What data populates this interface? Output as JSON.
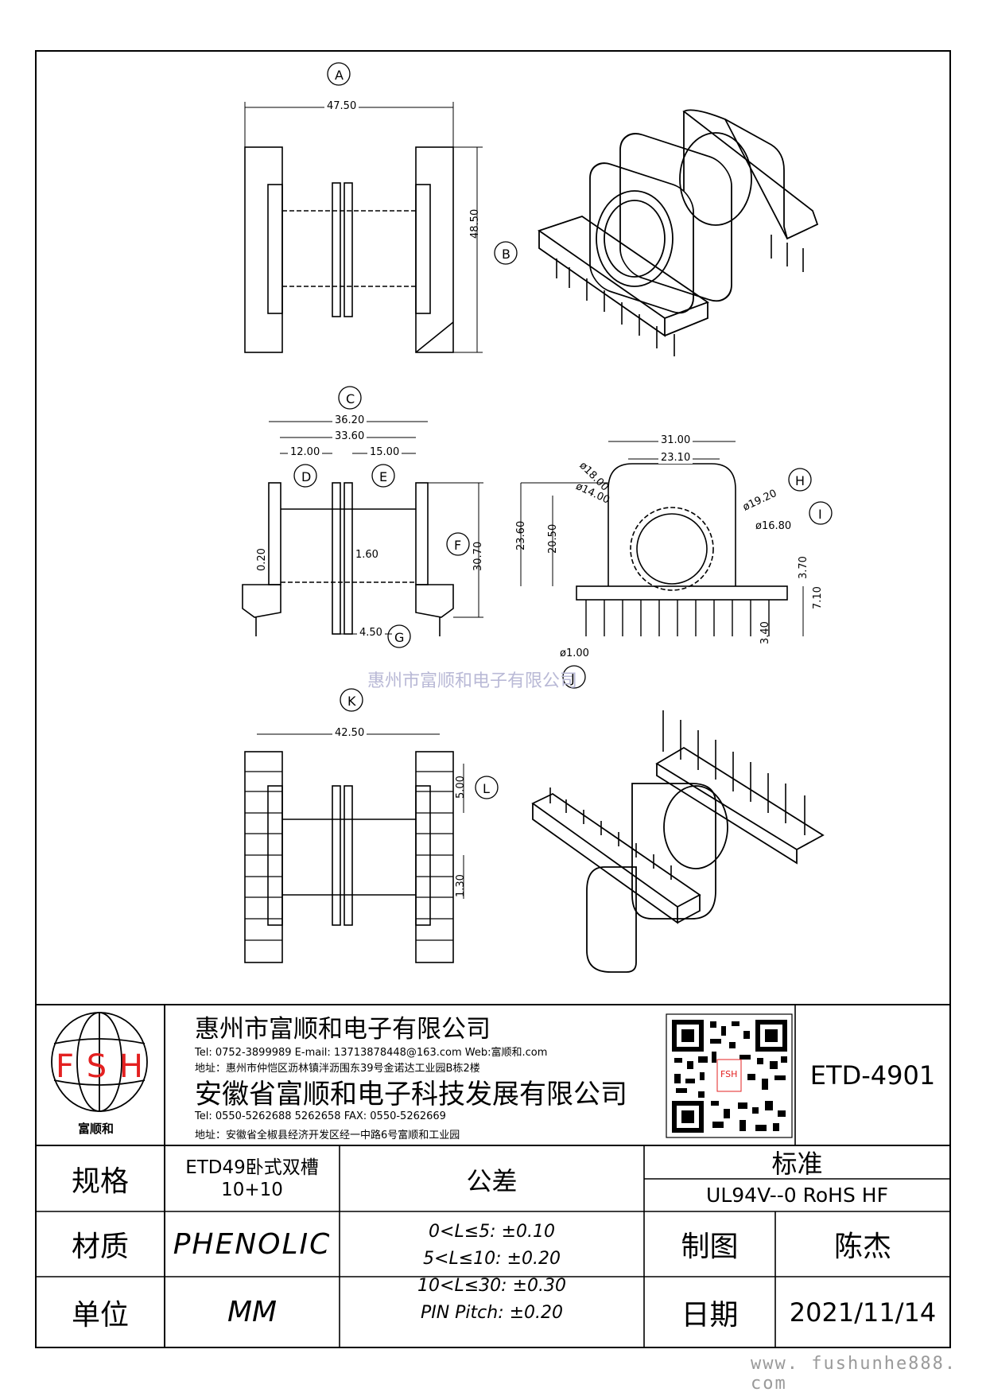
{
  "drawing": {
    "view_labels": [
      "A",
      "B",
      "C",
      "D",
      "E",
      "F",
      "G",
      "H",
      "I",
      "J",
      "K",
      "L"
    ],
    "dims": {
      "a_width": "47.50",
      "b_height": "48.50",
      "c_width": "36.20",
      "c_inner": "33.60",
      "d_slot": "12.00",
      "e_slot": "15.00",
      "f_height": "30.70",
      "g_pitch": "4.50",
      "flange": "1.60",
      "gap": "0.20",
      "w31": "31.00",
      "w23": "23.10",
      "d18": "ø18.00",
      "d14": "ø14.00",
      "d19": "ø19.20",
      "d16": "ø16.80",
      "h23": "23.60",
      "h20": "20.50",
      "h3_7": "3.70",
      "h7_1": "7.10",
      "h3_4": "3.40",
      "pin": "ø1.00",
      "k_width": "42.50",
      "l_pitch": "5.00",
      "l_small": "1.30"
    }
  },
  "watermark_mid": "惠州市富顺和电子有限公司",
  "watermark_bottom": "www. fushunhe888. com",
  "title_block": {
    "logo_letters": [
      "F",
      "S",
      "H"
    ],
    "logo_caption": "富顺和",
    "company1": "惠州市富顺和电子有限公司",
    "company1_contact": "Tel:  0752-3899989  E-mail: 13713878448@163.com  Web:富顺和.com",
    "company1_address": "地址：惠州市仲恺区沥林镇泮沥围东39号金诺达工业园B栋2楼",
    "company2": "安徽省富顺和电子科技发展有限公司",
    "company2_contact": "Tel:  0550-5262688  5262658     FAX:  0550-5262669",
    "company2_address": "地址：安徽省全椒县经济开发区经一中路6号富顺和工业园",
    "qr_caption": "FSH",
    "part_no": "ETD-4901",
    "spec_label": "规格",
    "spec_line1": "ETD49卧式双槽",
    "spec_line2": "10+10",
    "material_label": "材质",
    "material_value": "PHENOLIC",
    "unit_label": "单位",
    "unit_value": "MM",
    "tolerance_label": "公差",
    "tolerances": [
      "0<L≤5: ±0.10",
      "5<L≤10: ±0.20",
      "10<L≤30: ±0.30",
      "PIN Pitch: ±0.20"
    ],
    "standard_label": "标准",
    "standard_value": "UL94V--0  RoHS HF",
    "drawn_label": "制图",
    "drawn_value": "陈杰",
    "date_label": "日期",
    "date_value": "2021/11/14"
  },
  "colors": {
    "logo_red": "#e32020",
    "line": "#000000"
  }
}
